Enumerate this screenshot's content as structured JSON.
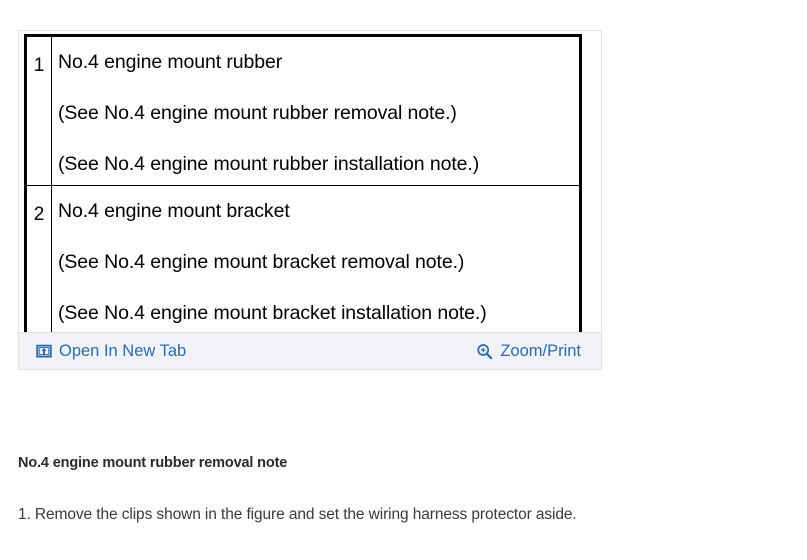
{
  "figure": {
    "table": {
      "rows": [
        {
          "number": "1",
          "lines": [
            "No.4 engine mount rubber",
            "(See No.4 engine mount rubber removal note.)",
            "(See No.4 engine mount rubber installation note.)"
          ]
        },
        {
          "number": "2",
          "lines": [
            "No.4 engine mount bracket",
            "(See No.4 engine mount bracket removal note.)",
            "(See No.4 engine mount bracket installation note.)"
          ]
        }
      ]
    },
    "toolbar": {
      "open_in_new_tab_label": "Open In New Tab",
      "open_in_new_tab_icon": "open-in-new-tab-icon",
      "zoom_print_label": "Zoom/Print",
      "zoom_print_icon": "magnifier-plus-icon",
      "link_color": "#2b6cb0",
      "background": "#f0f2f5"
    }
  },
  "content": {
    "note_heading": "No.4 engine mount rubber removal note",
    "note_step_1": "1. Remove the clips shown in the figure and set the wiring harness protector aside."
  }
}
